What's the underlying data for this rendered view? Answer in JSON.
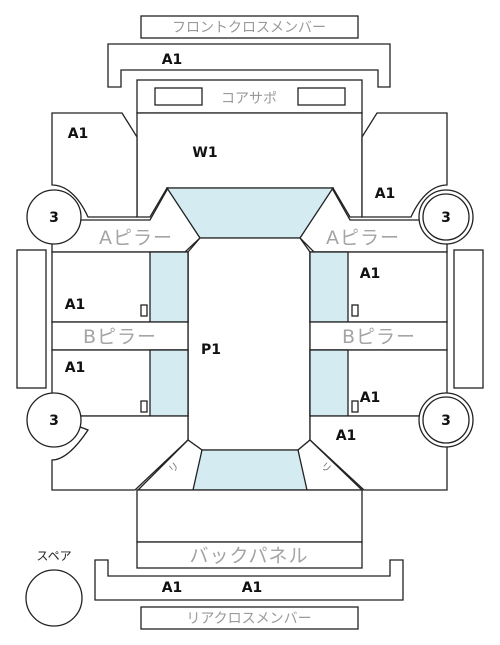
{
  "labels": {
    "front_cross_member": "フロントクロスメンバー",
    "core_support": "コアサポ",
    "a_pillar": "Aピラー",
    "b_pillar": "Bピラー",
    "back_panel": "バックパネル",
    "rear_cross_member": "リアクロスメンバー",
    "spare": "スペア",
    "untitled_small": "リ"
  },
  "codes": {
    "a1": "A1",
    "w1": "W1",
    "p1": "P1",
    "three": "3"
  }
}
